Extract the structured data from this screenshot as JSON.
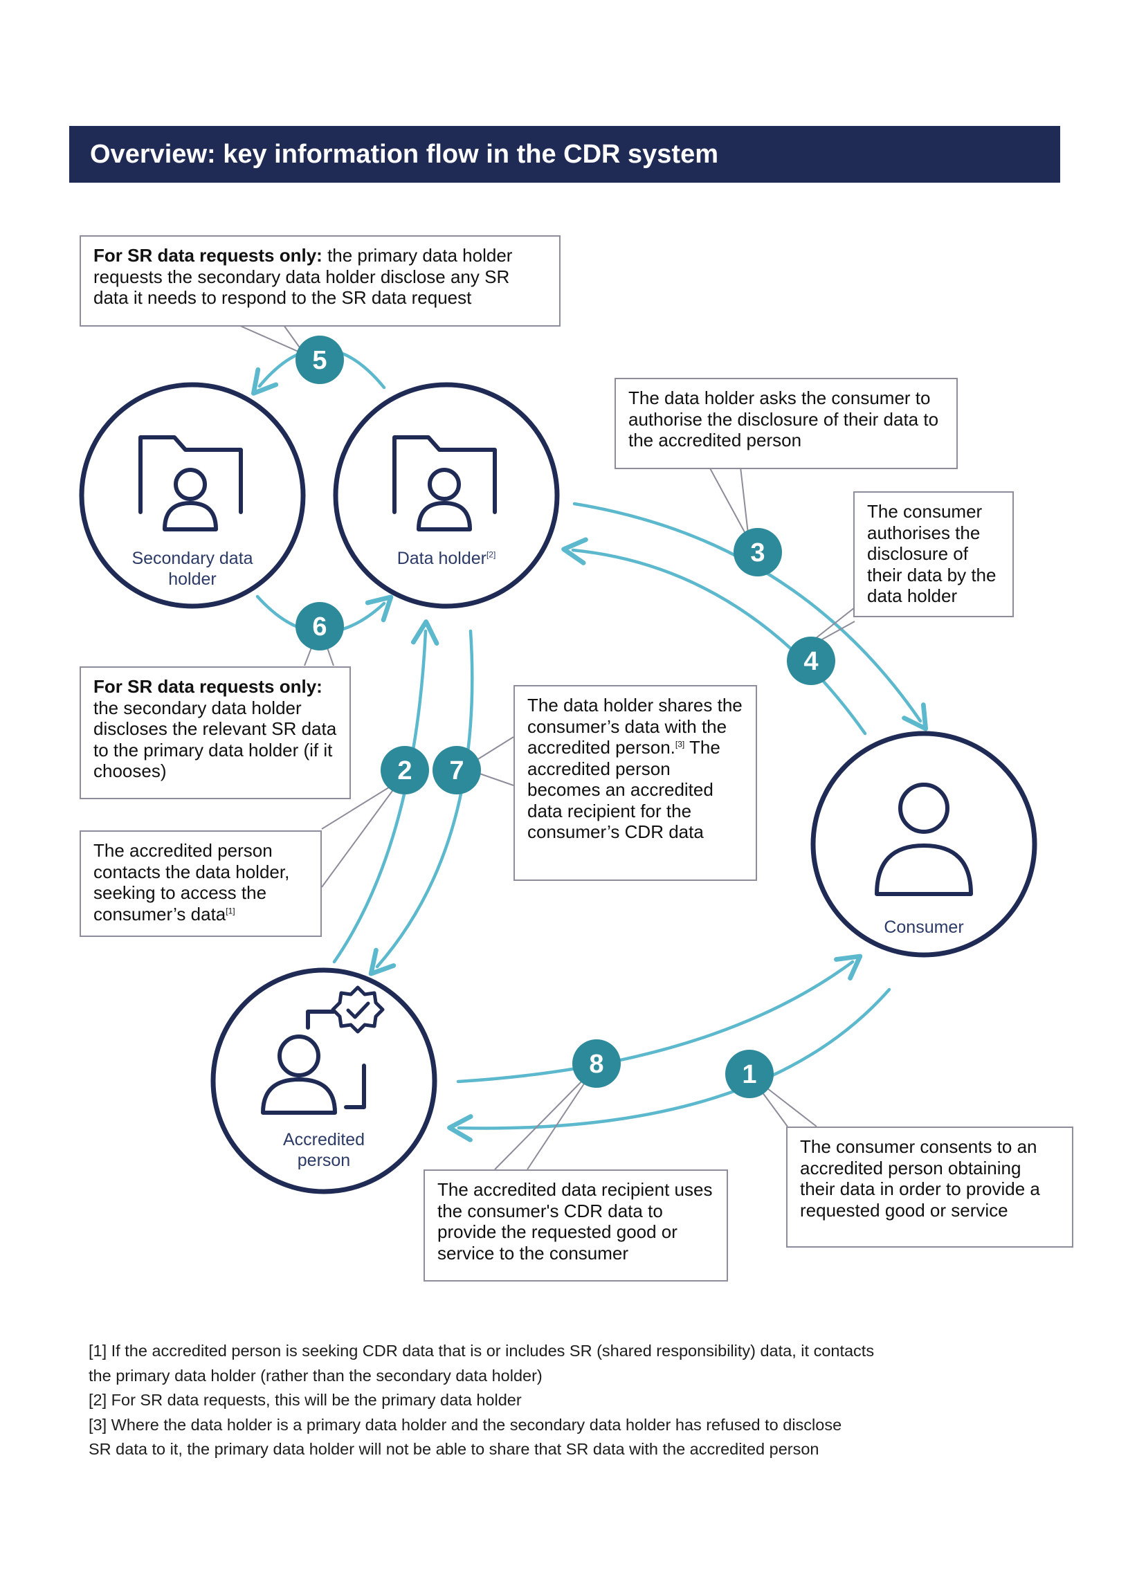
{
  "title": "Overview: key information flow in the CDR system",
  "nodes": {
    "secondary_holder": {
      "label_line1": "Secondary data",
      "label_line2": "holder"
    },
    "data_holder": {
      "label": "Data holder",
      "label_ref": "[2]"
    },
    "consumer": {
      "label": "Consumer"
    },
    "accredited_person": {
      "label_line1": "Accredited",
      "label_line2": "person"
    }
  },
  "steps": [
    {
      "number": "1",
      "text": "The consumer consents to an accredited person obtaining their data in order to provide a requested good or service"
    },
    {
      "number": "2",
      "text_before_ref": "The accredited person contacts the data holder, seeking to access the consumer’s data",
      "ref": "[1]"
    },
    {
      "number": "3",
      "text": "The data holder asks the consumer to authorise the disclosure of their data to the accredited person"
    },
    {
      "number": "4",
      "text": "The consumer authorises the disclosure of their data by the data holder"
    },
    {
      "number": "5",
      "bold_prefix": "For SR data requests only:",
      "text": " the primary data holder requests the secondary data holder disclose any SR data it needs to respond to the SR data request"
    },
    {
      "number": "6",
      "bold_prefix": "For SR data requests only:",
      "text": "the secondary data holder discloses the relevant SR data to the primary data holder (if it chooses)"
    },
    {
      "number": "7",
      "text_before_ref": "The data holder shares the consumer’s data with the accredited person.",
      "ref": "[3]",
      "text_after_ref": " The accredited person becomes an accredited data recipient for the consumer’s CDR data"
    },
    {
      "number": "8",
      "text": "The accredited data recipient uses the consumer's CDR data to provide the requested good or service to the consumer"
    }
  ],
  "footnotes": [
    "[1] If the accredited person is seeking CDR data that is or includes SR (shared responsibility) data, it contacts",
    "the primary data holder (rather than the secondary data holder)",
    "[2] For SR data requests, this will be the primary data holder",
    "[3] Where the data holder is a primary data holder and the secondary data holder has refused to disclose",
    "SR data to it, the primary data holder will not be able to share that SR data with the accredited person"
  ],
  "colors": {
    "title_bg": "#1f2b55",
    "circle_stroke": "#1f2b55",
    "flow_arrow": "#5cb8cc",
    "badge": "#2d8a9b",
    "callout_border": "#8c8c9a"
  }
}
